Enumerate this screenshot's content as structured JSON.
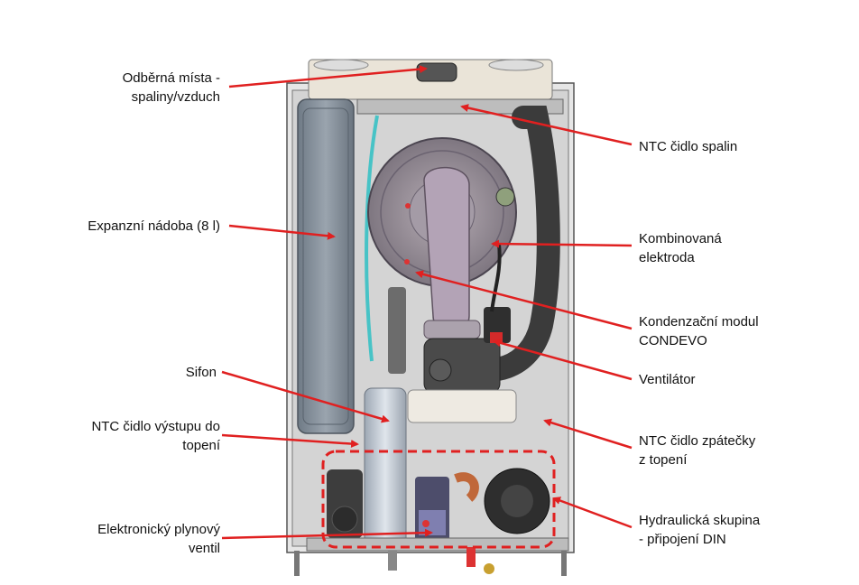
{
  "labels": {
    "odberna_mista": [
      "Odběrná místa -",
      "spaliny/vzduch"
    ],
    "expanzni_nadoba": [
      "Expanzní nádoba (8 l)"
    ],
    "sifon": [
      "Sifon"
    ],
    "ntc_vystup": [
      "NTC čidlo výstupu do",
      "topení"
    ],
    "plynovy_ventil": [
      "Elektronický plynový",
      "ventil"
    ],
    "ntc_spalin": [
      "NTC čidlo spalin"
    ],
    "elektroda": [
      "Kombinovaná",
      "elektroda"
    ],
    "kondenzacni_modul": [
      "Kondenzační modul",
      "CONDEVO"
    ],
    "ventilator": [
      "Ventilátor"
    ],
    "ntc_zpatecka": [
      "NTC čidlo zpátečky",
      "z topení"
    ],
    "hydraulicka_skupina": [
      "Hydraulická skupina",
      "- připojení DIN"
    ]
  },
  "colors": {
    "arrow": "#e02020",
    "highlight_box": "#e02020",
    "casing": "#c8c8c8",
    "expansion_vessel": "#7f8a95",
    "flue_pipe": "#3b3b3b",
    "heat_exchanger": "#9a8f98",
    "siphon": "#b9c3cf",
    "water_pipe": "#47c3c6"
  }
}
